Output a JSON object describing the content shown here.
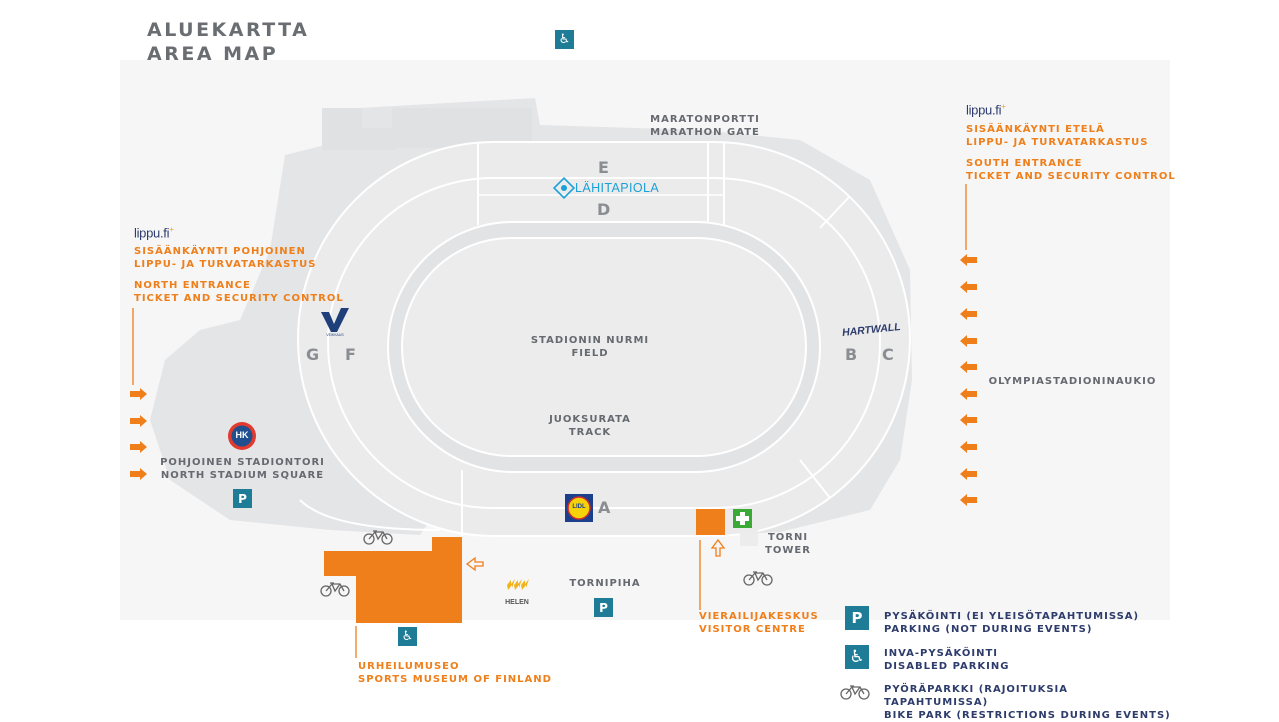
{
  "header": {
    "title_fi": "ALUEKARTTA",
    "title_en": "AREA MAP"
  },
  "sections": {
    "e": "E",
    "d": "D",
    "a": "A",
    "b": "B",
    "c": "C",
    "f": "F",
    "g": "G"
  },
  "sponsors": {
    "lahitapiola": "LÄHITAPIOLA",
    "hartwall": "HARTWALL",
    "veikkaus": "VEIKKAUS",
    "lidl": "LIDL",
    "hk": "HK",
    "helen": "HELEN"
  },
  "labels": {
    "marathon_gate_fi": "MARATONPORTTI",
    "marathon_gate_en": "MARATHON GATE",
    "field_fi": "STADIONIN NURMI",
    "field_en": "FIELD",
    "track_fi": "JUOKSURATA",
    "track_en": "TRACK",
    "north_square_fi": "POHJOINEN STADIONTORI",
    "north_square_en": "NORTH STADIUM SQUARE",
    "tornipiha": "TORNIPIHA",
    "tower_fi": "TORNI",
    "tower_en": "TOWER",
    "olympic_square": "OLYMPIASTADIONINAUKIO"
  },
  "entrances": {
    "north": {
      "brand": "lippu.fi",
      "fi_1": "SISÄÄNKÄYNTI POHJOINEN",
      "fi_2": "LIPPU- JA TURVATARKASTUS",
      "en_1": "NORTH ENTRANCE",
      "en_2": "TICKET AND SECURITY CONTROL"
    },
    "south": {
      "brand": "lippu.fi",
      "fi_1": "SISÄÄNKÄYNTI ETELÄ",
      "fi_2": "LIPPU- JA TURVATARKASTUS",
      "en_1": "SOUTH ENTRANCE",
      "en_2": "TICKET AND SECURITY CONTROL"
    }
  },
  "buildings": {
    "museum_fi": "URHEILUMUSEO",
    "museum_en": "SPORTS MUSEUM OF FINLAND",
    "visitor_fi": "VIERAILIJAKESKUS",
    "visitor_en": "VISITOR CENTRE"
  },
  "legend": {
    "parking_symbol": "P",
    "parking_fi": "PYSÄKÖINTI (EI YLEISÖTAPAHTUMISSA)",
    "parking_en": "PARKING (NOT DURING EVENTS)",
    "disabled_fi": "INVA-PYSÄKÖINTI",
    "disabled_en": "DISABLED PARKING",
    "bike_fi": "PYÖRÄPARKKI (RAJOITUKSIA TAPAHTUMISSA)",
    "bike_en": "BIKE PARK (RESTRICTIONS DURING EVENTS)"
  },
  "icons": {
    "parking": "parking-icon",
    "disabled": "wheelchair-icon",
    "bike": "bicycle-icon",
    "first_aid": "first-aid-icon",
    "arrow": "arrow-right-icon",
    "arrow_left": "arrow-left-icon",
    "arrow_up": "arrow-up-icon"
  },
  "colors": {
    "orange": "#ef7f1a",
    "teal": "#1f7c96",
    "gray_area": "#e6e7e9",
    "stand": "#ececed",
    "navy": "#2d3c6b",
    "green": "#3aa935"
  }
}
